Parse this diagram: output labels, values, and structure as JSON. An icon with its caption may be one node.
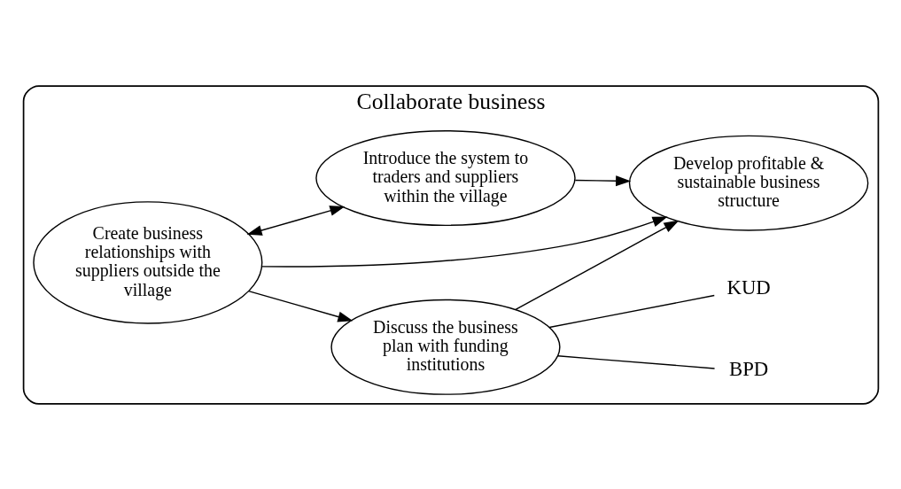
{
  "diagram": {
    "nodes": [
      {
        "text": [
          "Collaborate business"
        ]
      },
      {
        "text": [
          "Create business relationships with suppliers outside the village"
        ],
        "in": 0
      },
      {
        "text": [
          "Discuss the business plan with funding institutions"
        ],
        "in": 0
      },
      {
        "text": [
          "Develop profitable & sustainable business structure"
        ],
        "in": 0
      },
      {
        "text": [
          "Introduce the system to traders and suppliers within the village"
        ],
        "in": 0
      },
      {
        "text": [
          "BPD"
        ],
        "in": 0
      },
      {
        "text": [
          "KUD"
        ],
        "in": 0
      }
    ],
    "edges": [
      {
        "from": 1,
        "to": 2,
        "arrow": "to"
      },
      {
        "from": 1,
        "to": 3,
        "arrow": "to"
      },
      {
        "from": 2,
        "to": 3,
        "arrow": "to"
      },
      {
        "from": 4,
        "to": 3,
        "arrow": "to"
      },
      {
        "from": 1,
        "to": 4,
        "arrow": "both"
      },
      {
        "from": 2,
        "to": 5,
        "arrow": "none"
      },
      {
        "from": 2,
        "to": 6,
        "arrow": "none"
      }
    ]
  }
}
